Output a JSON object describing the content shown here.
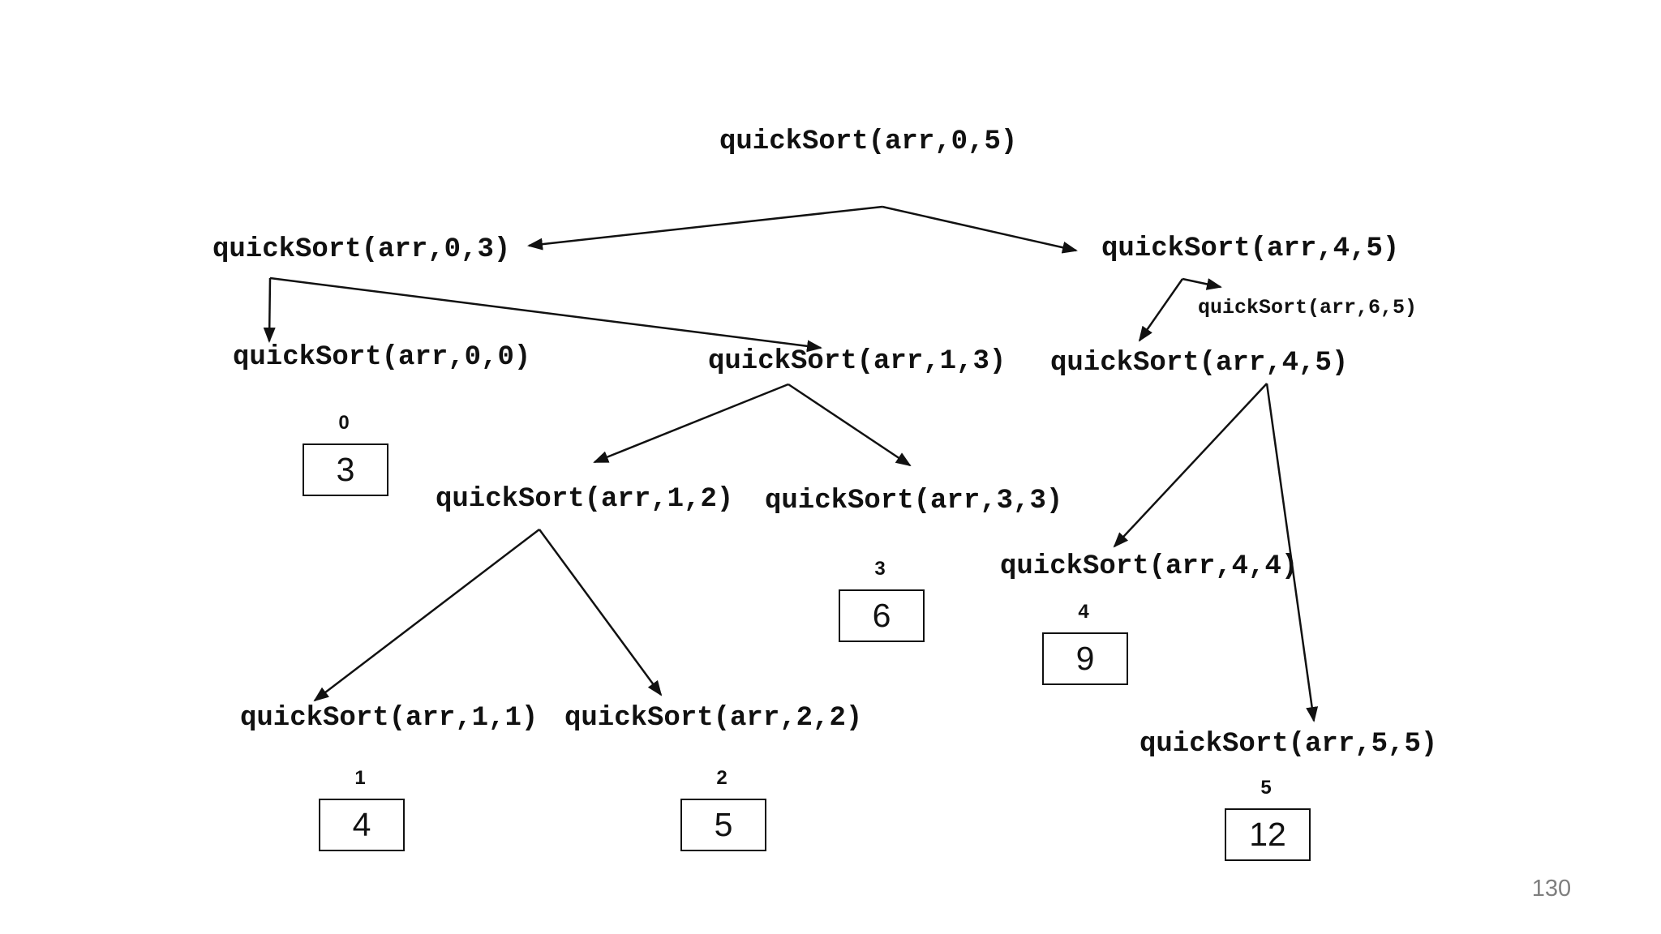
{
  "slide": {
    "page_number": "130",
    "colors": {
      "background": "#ffffff",
      "text": "#111111",
      "page_number": "#7f7f7f"
    }
  },
  "tree": {
    "nodes": {
      "root": "quickSort(arr,0,5)",
      "l": "quickSort(arr,0,3)",
      "r": "quickSort(arr,4,5)",
      "r_empty": "quickSort(arr,6,5)",
      "ll": "quickSort(arr,0,0)",
      "lr": "quickSort(arr,1,3)",
      "r_again": "quickSort(arr,4,5)",
      "lrl": "quickSort(arr,1,2)",
      "lrr": "quickSort(arr,3,3)",
      "rl": "quickSort(arr,4,4)",
      "lrll": "quickSort(arr,1,1)",
      "lrlr": "quickSort(arr,2,2)",
      "rr": "quickSort(arr,5,5)"
    },
    "cells": [
      {
        "index": "0",
        "value": "3"
      },
      {
        "index": "1",
        "value": "4"
      },
      {
        "index": "2",
        "value": "5"
      },
      {
        "index": "3",
        "value": "6"
      },
      {
        "index": "4",
        "value": "9"
      },
      {
        "index": "5",
        "value": "12"
      }
    ]
  }
}
